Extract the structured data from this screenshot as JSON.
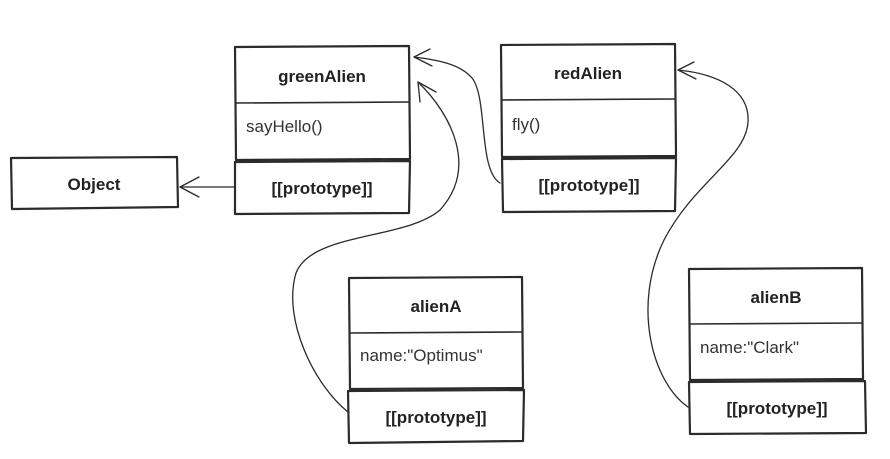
{
  "diagram": {
    "nodes": {
      "object": {
        "title": "Object"
      },
      "greenAlien": {
        "title": "greenAlien",
        "members": [
          "sayHello()"
        ],
        "prototype_label": "[[prototype]]"
      },
      "redAlien": {
        "title": "redAlien",
        "members": [
          "fly()"
        ],
        "prototype_label": "[[prototype]]"
      },
      "alienA": {
        "title": "alienA",
        "members": [
          "name:\"Optimus\""
        ],
        "prototype_label": "[[prototype]]"
      },
      "alienB": {
        "title": "alienB",
        "members": [
          "name:\"Clark\""
        ],
        "prototype_label": "[[prototype]]"
      }
    },
    "edges": [
      {
        "from": "greenAlien.prototype",
        "to": "object"
      },
      {
        "from": "redAlien.prototype",
        "to": "greenAlien"
      },
      {
        "from": "alienA.prototype",
        "to": "greenAlien"
      },
      {
        "from": "alienB.prototype",
        "to": "redAlien"
      }
    ]
  }
}
